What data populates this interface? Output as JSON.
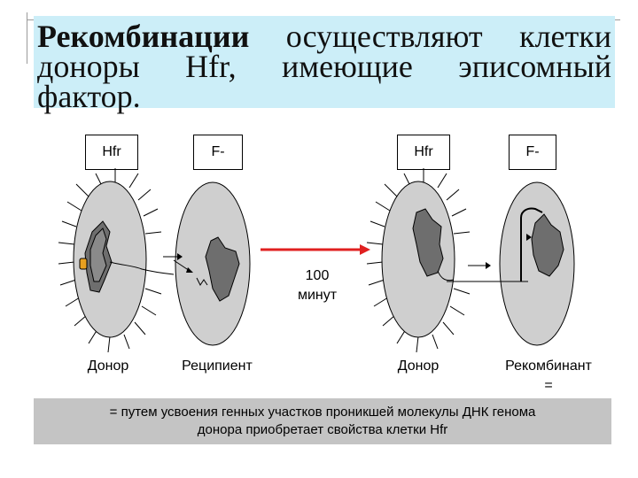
{
  "title": {
    "bold_word": "Рекомбинации",
    "rest_line1": "осуществляют клетки",
    "line2_words": [
      "доноры",
      "Hfr,",
      "имеющие",
      "эписомный"
    ],
    "line3": "фактор."
  },
  "labels": {
    "hfr_left": "Hfr",
    "fminus_left": "F-",
    "hfr_right": "Hfr",
    "fminus_right": "F-"
  },
  "arrow_label": {
    "line1": "100",
    "line2": "минут"
  },
  "captions": {
    "donor_left": "Донор",
    "recipient": "Реципиент",
    "donor_right": "Донор",
    "recombinant_line1": "Рекомбинант",
    "recombinant_line2": "="
  },
  "bottom_text": {
    "line1": "= путем усвоения генных участков проникшей молекулы ДНК генома",
    "line2": "донора приобретает свойства клетки Hfr"
  },
  "colors": {
    "title_background": "#cceef8",
    "bottom_background": "#c4c4c4",
    "cell_fill": "#cfcfcf",
    "nucleoid_fill": "#6e6e6e",
    "arrow": "#e02020",
    "episome": "#e8a020"
  }
}
